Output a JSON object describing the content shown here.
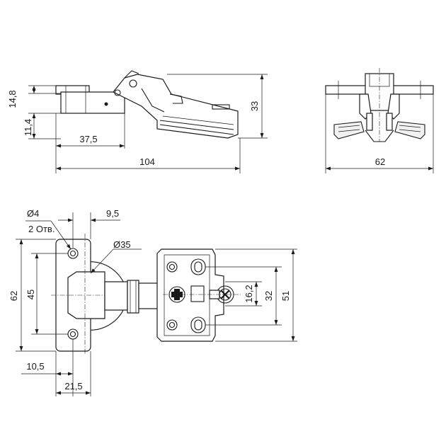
{
  "dimensions": {
    "side_view": {
      "thickness_top": "14,8",
      "thickness_bottom": "11,4",
      "offset": "37,5",
      "overall_length": "104",
      "height": "33"
    },
    "end_view": {
      "width": "62"
    },
    "plan_view": {
      "hole_diameter": "Ø4",
      "hole_count": "2 Отв.",
      "cup_offset": "9,5",
      "cup_diameter": "Ø35",
      "plate_height": "62",
      "hole_spacing": "45",
      "edge_distance": "10,5",
      "cup_center": "21,5",
      "slot_spacing_small": "16,2",
      "slot_spacing": "32",
      "mount_height": "51"
    }
  }
}
